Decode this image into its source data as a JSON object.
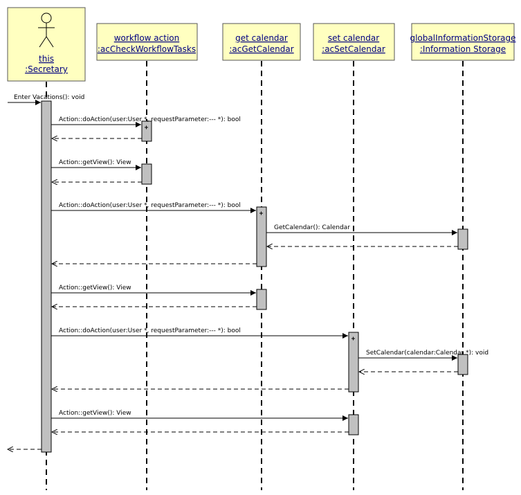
{
  "colors": {
    "box_fill": "#ffffc0",
    "box_stroke": "#555555",
    "activation_fill": "#c0c0c0",
    "header_text": "#000080",
    "line": "#000000"
  },
  "lifelines": [
    {
      "id": "secretary",
      "kind": "actor",
      "line1": "this",
      "line2": ":Secretary"
    },
    {
      "id": "workflow",
      "kind": "object",
      "line1": "workflow action",
      "line2": ":acCheckWorkflowTasks"
    },
    {
      "id": "getcal",
      "kind": "object",
      "line1": "get calendar",
      "line2": ":acGetCalendar"
    },
    {
      "id": "setcal",
      "kind": "object",
      "line1": "set calendar",
      "line2": ":acSetCalendar"
    },
    {
      "id": "storage",
      "kind": "object",
      "line1": "globalInformationStorage",
      "line2": ":Information Storage"
    }
  ],
  "messages": [
    {
      "name": "msg-enter-vacations",
      "label": "Enter Vacations(): void"
    },
    {
      "name": "msg-doaction-workflow",
      "label": "Action::doAction(user:User *, requestParameter:--- *): bool"
    },
    {
      "name": "return-doaction-workflow",
      "label": ""
    },
    {
      "name": "msg-getview-workflow",
      "label": "Action::getView(): View"
    },
    {
      "name": "return-getview-workflow",
      "label": ""
    },
    {
      "name": "msg-doaction-getcal",
      "label": "Action::doAction(user:User *, requestParameter:--- *): bool"
    },
    {
      "name": "msg-getcalendar",
      "label": "GetCalendar(): Calendar"
    },
    {
      "name": "return-getcalendar",
      "label": ""
    },
    {
      "name": "return-doaction-getcal",
      "label": ""
    },
    {
      "name": "msg-getview-getcal",
      "label": "Action::getView(): View"
    },
    {
      "name": "return-getview-getcal",
      "label": ""
    },
    {
      "name": "msg-doaction-setcal",
      "label": "Action::doAction(user:User *, requestParameter:--- *): bool"
    },
    {
      "name": "msg-setcalendar",
      "label": "SetCalendar(calendar:Calendar *): void"
    },
    {
      "name": "return-setcalendar",
      "label": ""
    },
    {
      "name": "return-doaction-setcal",
      "label": ""
    },
    {
      "name": "msg-getview-setcal",
      "label": "Action::getView(): View"
    },
    {
      "name": "return-getview-setcal",
      "label": ""
    },
    {
      "name": "return-enter-vacations",
      "label": ""
    }
  ]
}
